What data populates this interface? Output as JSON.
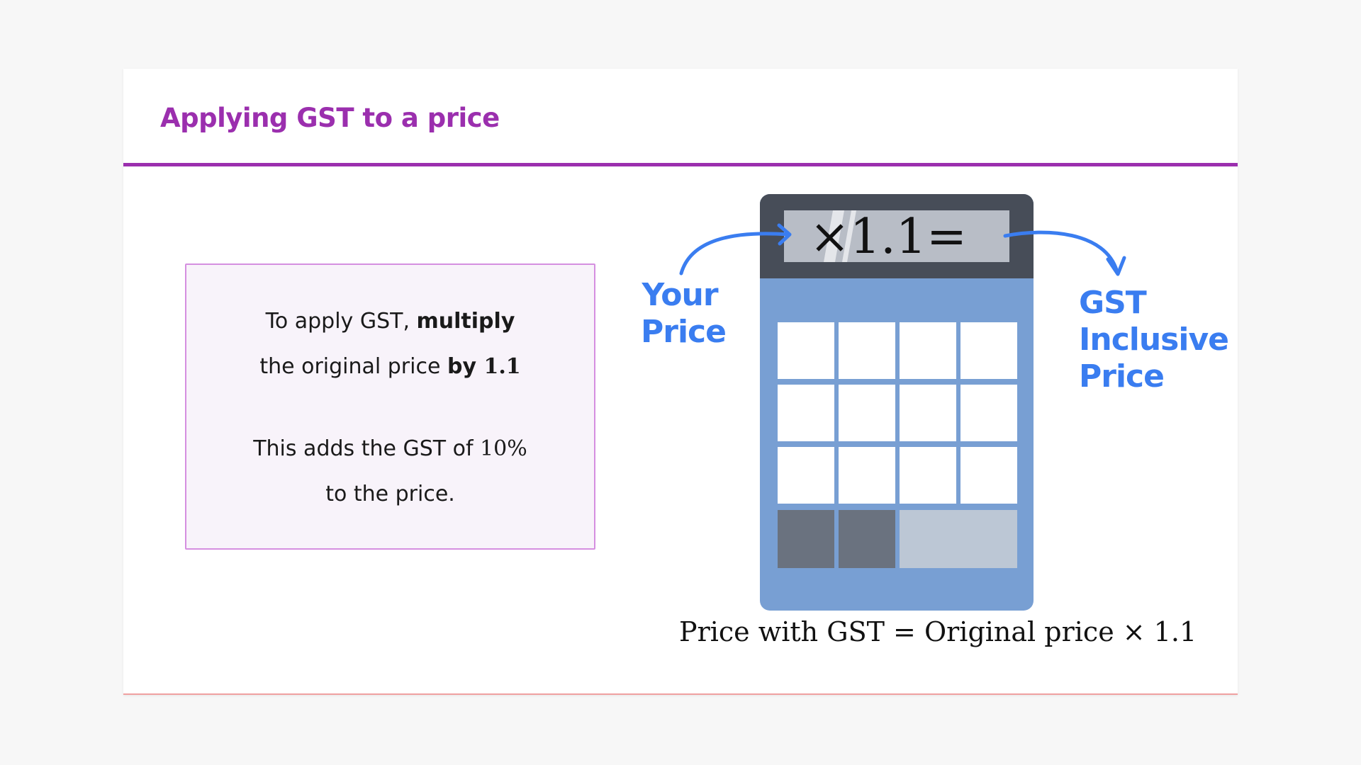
{
  "slide": {
    "title": "Applying GST to a price",
    "accent_color": "#9b2fae",
    "label_color": "#3a7df0"
  },
  "info_box": {
    "line1_text": "To apply GST, ",
    "line1_bold": "multiply",
    "line2_text": "the original price ",
    "line2_bold": "by ",
    "line2_value": "1.1",
    "line3_text": "This adds the GST of ",
    "line3_value": "10%",
    "line4_text": "to the price."
  },
  "calculator": {
    "display": "×1.1=",
    "body_color": "#789fd3",
    "top_color": "#474d58"
  },
  "labels": {
    "left_line1": "Your",
    "left_line2": "Price",
    "right_line1": "GST",
    "right_line2": "Inclusive",
    "right_line3": "Price"
  },
  "formula": "Price with GST = Original price × 1.1"
}
